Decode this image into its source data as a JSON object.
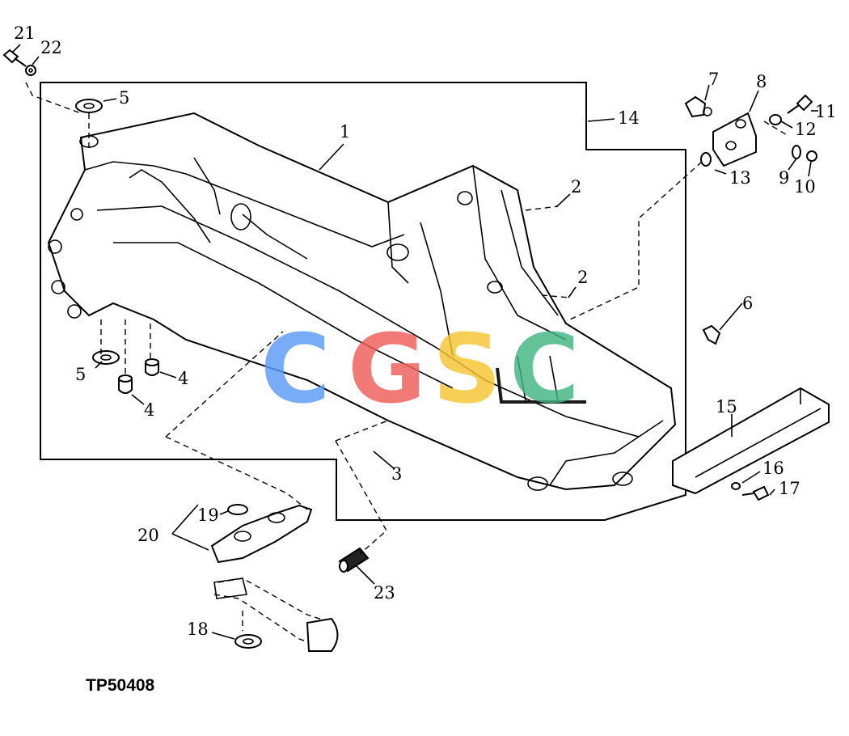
{
  "figure_id": "TP50408",
  "watermark": {
    "letters": [
      "C",
      "G",
      "S",
      "C"
    ],
    "colors": [
      "#5b9bf5",
      "#ee5e5a",
      "#f7c531",
      "#43b582"
    ]
  },
  "callouts": {
    "c1": "1",
    "c2a": "2",
    "c2b": "2",
    "c3": "3",
    "c4a": "4",
    "c4b": "4",
    "c5a": "5",
    "c5b": "5",
    "c6": "6",
    "c7": "7",
    "c8": "8",
    "c9": "9",
    "c10": "10",
    "c11": "11",
    "c12": "12",
    "c13": "13",
    "c14": "14",
    "c15": "15",
    "c16": "16",
    "c17": "17",
    "c18": "18",
    "c19": "19",
    "c20": "20",
    "c21": "21",
    "c22": "22",
    "c23": "23"
  }
}
